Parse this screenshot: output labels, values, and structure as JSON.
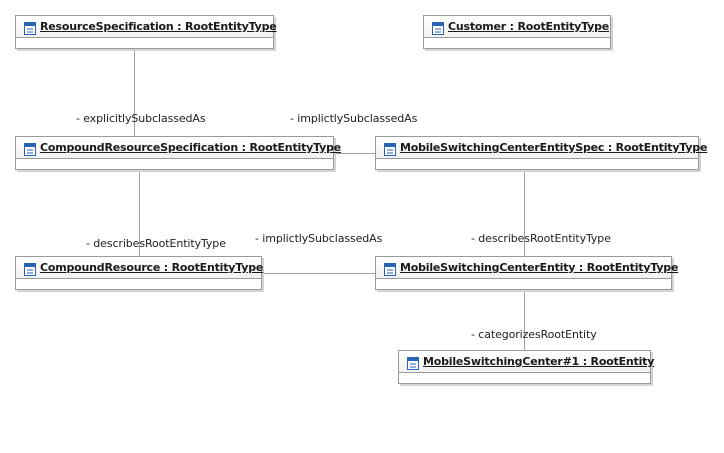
{
  "nodes": {
    "resource_specification": "ResourceSpecification : RootEntityType",
    "customer": "Customer : RootEntityType",
    "compound_resource_specification": "CompoundResourceSpecification : RootEntityType",
    "mobile_switching_center_entity_spec": "MobileSwitchingCenterEntitySpec : RootEntityType",
    "compound_resource": "CompoundResource : RootEntityType",
    "mobile_switching_center_entity": "MobileSwitchingCenterEntity : RootEntityType",
    "mobile_switching_center_1": "MobileSwitchingCenter#1 : RootEntity"
  },
  "labels": {
    "explicitly_subclassed_as": "- explicitlySubclassedAs",
    "implictly_subclassed_as_top": "- implictlySubclassedAs",
    "describes_root_entity_type_left": "- describesRootEntityType",
    "implictly_subclassed_as_bottom": "- implictlySubclassedAs",
    "describes_root_entity_type_right": "- describesRootEntityType",
    "categorizes_root_entity": "- categorizesRootEntity"
  },
  "colors": {
    "border": "#9a9a9a",
    "connector": "#a0a0a0",
    "icon_blue": "#2b63b5"
  },
  "icon": "class-instance-icon"
}
